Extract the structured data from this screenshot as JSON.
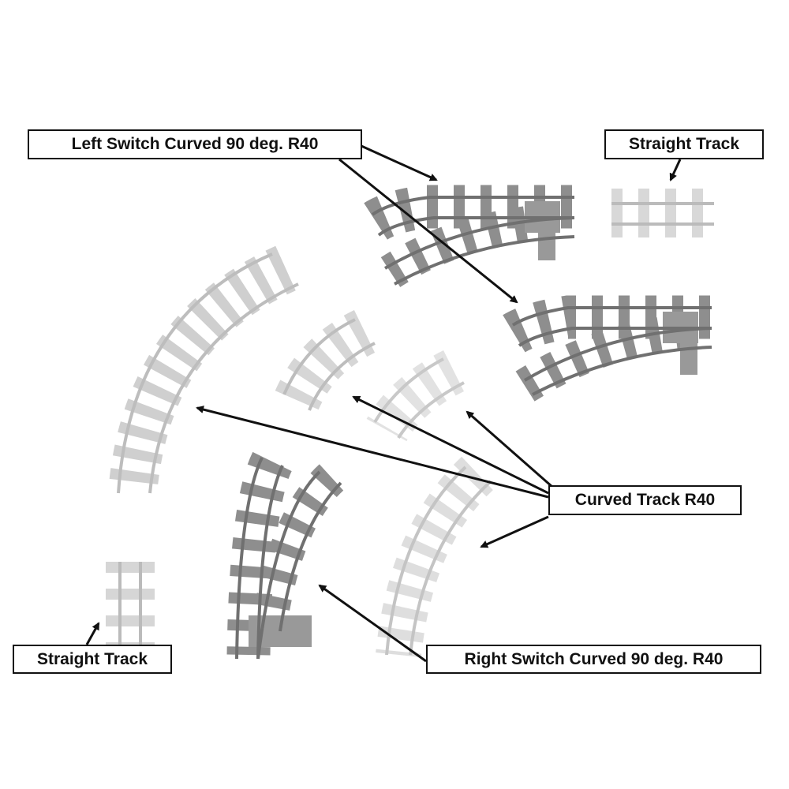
{
  "labels": {
    "left_switch": "Left Switch Curved 90 deg. R40",
    "straight_top": "Straight Track",
    "curved": "Curved Track R40",
    "straight_bottom": "Straight Track",
    "right_switch": "Right Switch Curved 90 deg. R40"
  },
  "colors": {
    "dark_track": "#8c8c8c",
    "light_track": "#d6d6d6",
    "rail_dark": "#6e6e6e",
    "rail_light": "#b8b8b8",
    "arrow": "#111111"
  }
}
